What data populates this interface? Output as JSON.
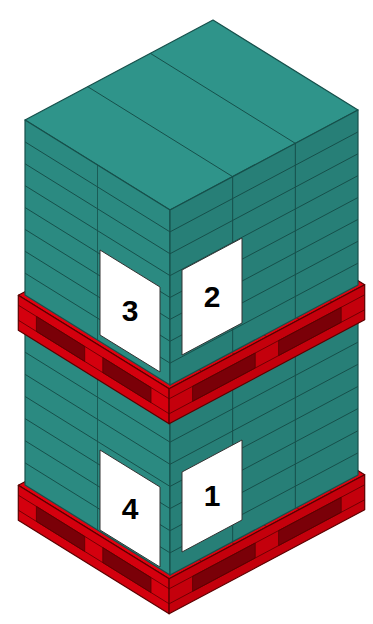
{
  "diagram": {
    "nodes": [
      {
        "text": [
          "3"
        ]
      },
      {
        "text": [
          "2"
        ]
      },
      {
        "text": [
          "4"
        ]
      },
      {
        "text": [
          "1"
        ]
      }
    ]
  }
}
